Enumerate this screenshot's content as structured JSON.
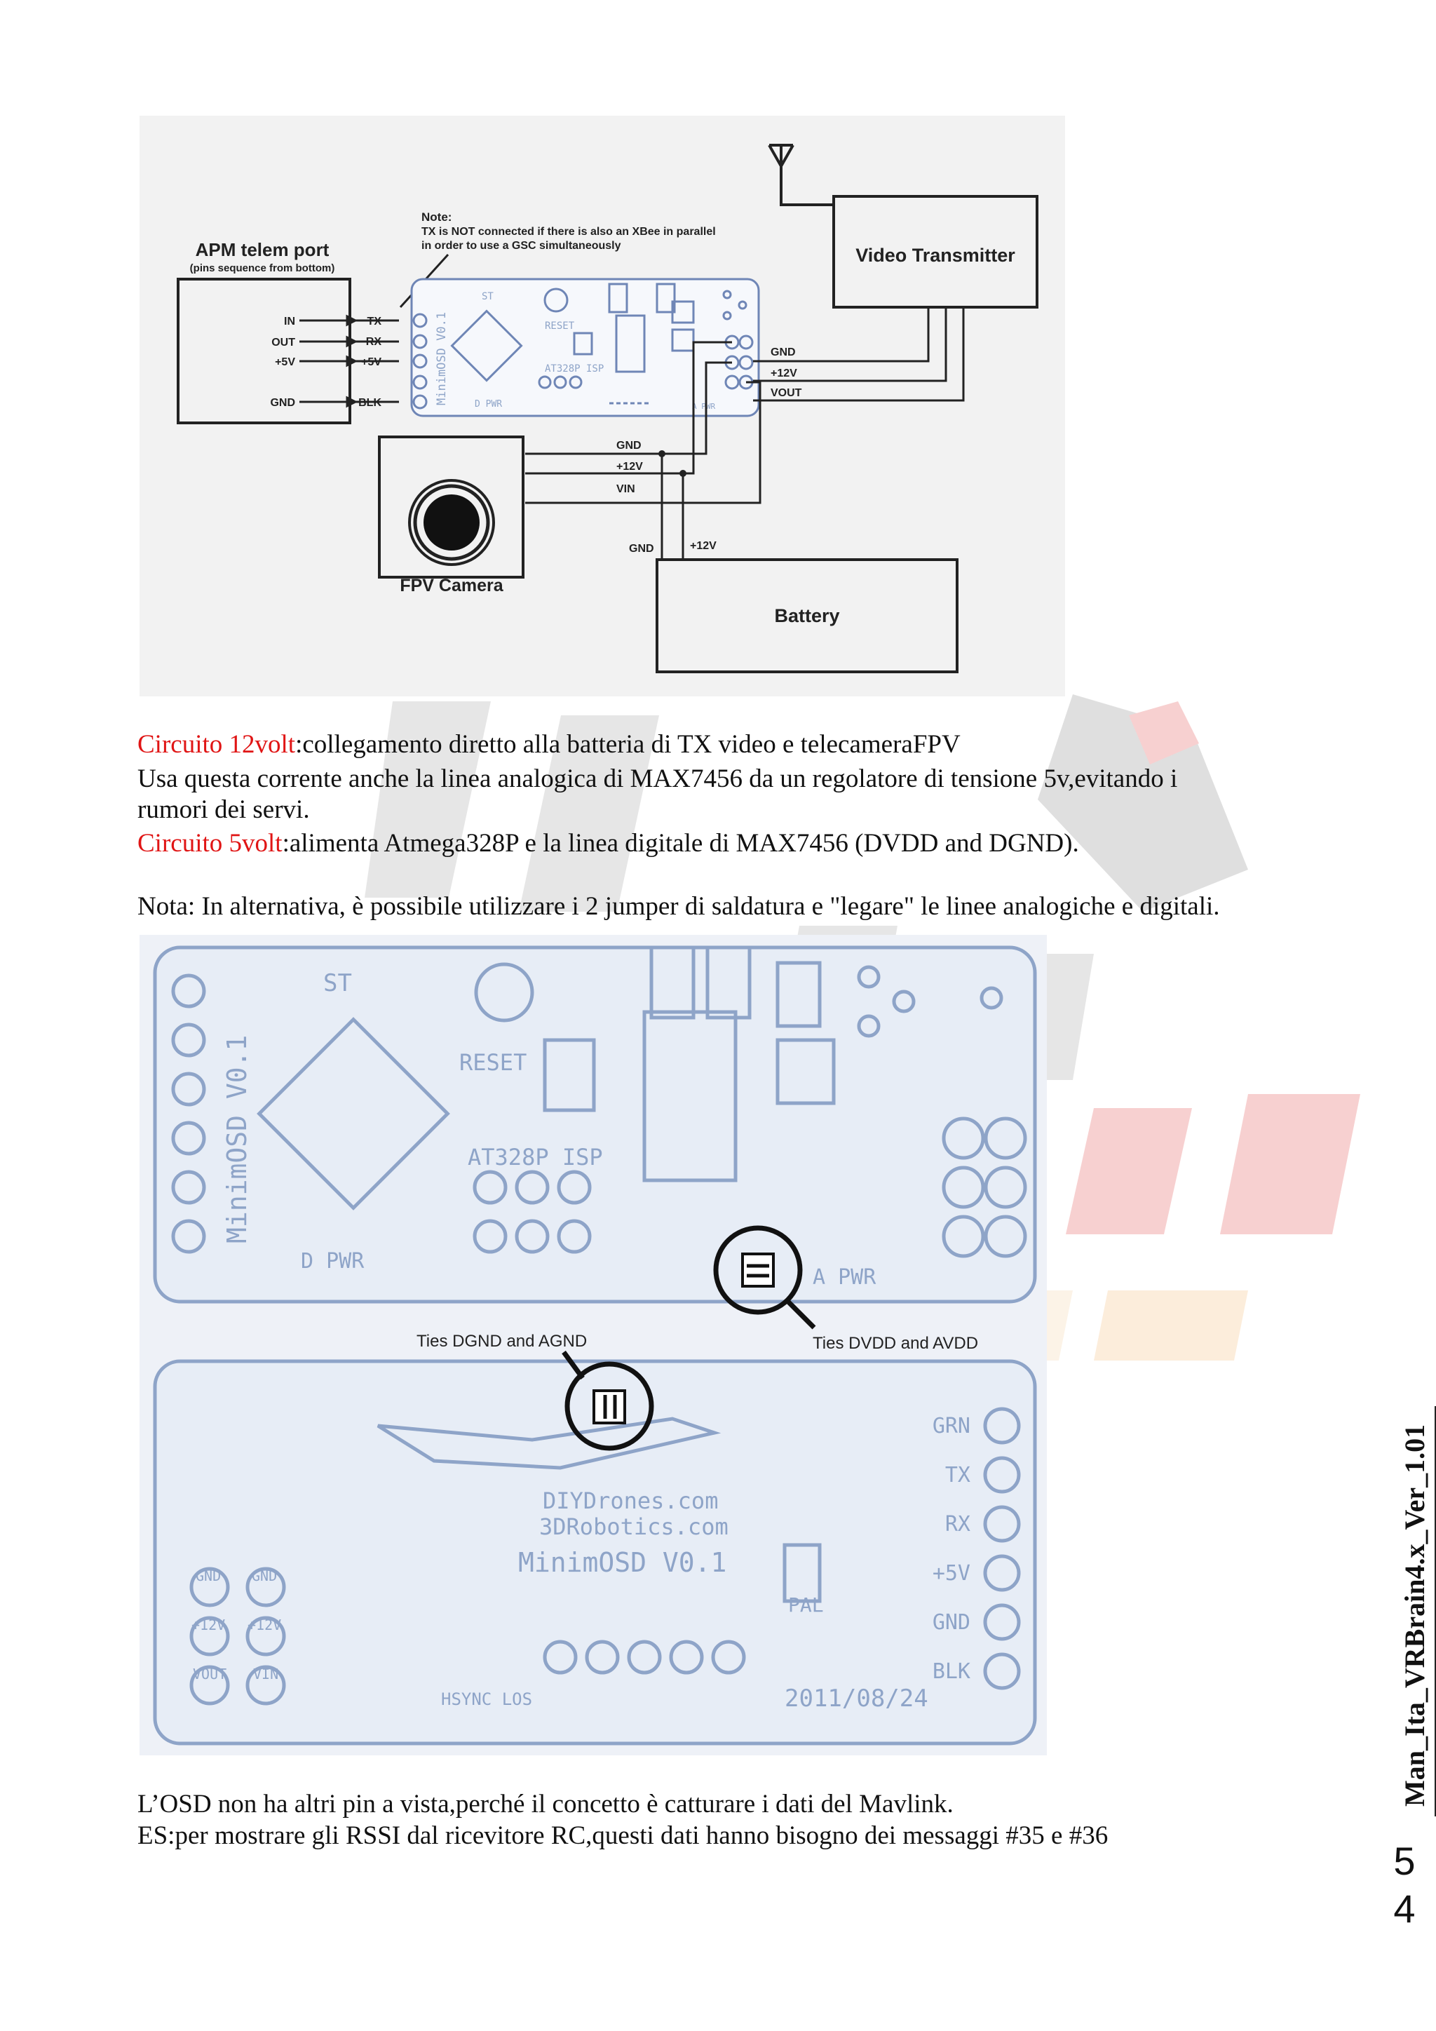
{
  "wiring_diagram": {
    "note_title": "Note:",
    "note_line1": "TX is NOT connected if there is also an XBee in parallel",
    "note_line2": "in order to use a GSC simultaneously",
    "apm_title": "APM telem port",
    "apm_sub": "(pins sequence from bottom)",
    "apm_pins": [
      "IN",
      "OUT",
      "+5V",
      "GND"
    ],
    "osd_pins": [
      "TX",
      "RX",
      "+5V",
      "BLK"
    ],
    "osd_board_labels": [
      "MinimOSD V0.1",
      "ST",
      "RESET",
      "AT328P ISP",
      "D PWR",
      "A PWR"
    ],
    "power_pins": [
      "GND",
      "+12V",
      "VOUT"
    ],
    "camera_wires": [
      "GND",
      "+12V",
      "VIN"
    ],
    "battery_wires": [
      "GND",
      "+12V"
    ],
    "video_tx_label": "Video Transmitter",
    "camera_label": "FPV Camera",
    "battery_label": "Battery"
  },
  "text": {
    "line1_red": "Circuito 12volt",
    "line1_rest": ":collegamento diretto alla batteria di TX video e telecameraFPV",
    "line2": "Usa questa corrente anche la linea analogica di MAX7456 da un regolatore di tensione 5v,evitando i",
    "line3": "rumori dei servi.",
    "line4_red": "Circuito 5volt",
    "line4_rest": ":alimenta Atmega328P e la linea digitale di MAX7456 (DVDD and DGND).",
    "line5": "Nota: In alternativa, è possibile utilizzare  i 2 jumper di saldatura e \"legare\" le linee analogiche e digitali.",
    "line6": "L’OSD non ha altri pin a vista,perché il concetto è catturare i dati del Mavlink.",
    "line7": "ES:per mostrare gli RSSI dal ricevitore RC,questi dati hanno bisogno dei messaggi #35 e #36"
  },
  "pcb_image": {
    "top_labels": [
      "ST",
      "RESET",
      "AT328P ISP",
      "MinimOSD V0.1",
      "D PWR",
      "A PWR"
    ],
    "callout_left": "Ties DGND and AGND",
    "callout_right": "Ties DVDD and AVDD",
    "bottom_labels": [
      "DIYDrones.com",
      "3DRobotics.com",
      "MinimOSD V0.1",
      "PAL",
      "HSYNC LOS",
      "2011/08/24"
    ],
    "bottom_pins_right": [
      "GRN",
      "TX",
      "RX",
      "+5V",
      "GND",
      "BLK"
    ],
    "bottom_pins_left": [
      "GND",
      "GND",
      "+12V",
      "+12V",
      "VOUT",
      "VIN"
    ]
  },
  "footer": {
    "doc_title": "Man_Ita_VRBrain4.x_Ver_1.01",
    "page_digit1": "5",
    "page_digit2": "4"
  },
  "colors": {
    "red_text": "#e01515",
    "pcb_blue": "#8ea4c8"
  }
}
